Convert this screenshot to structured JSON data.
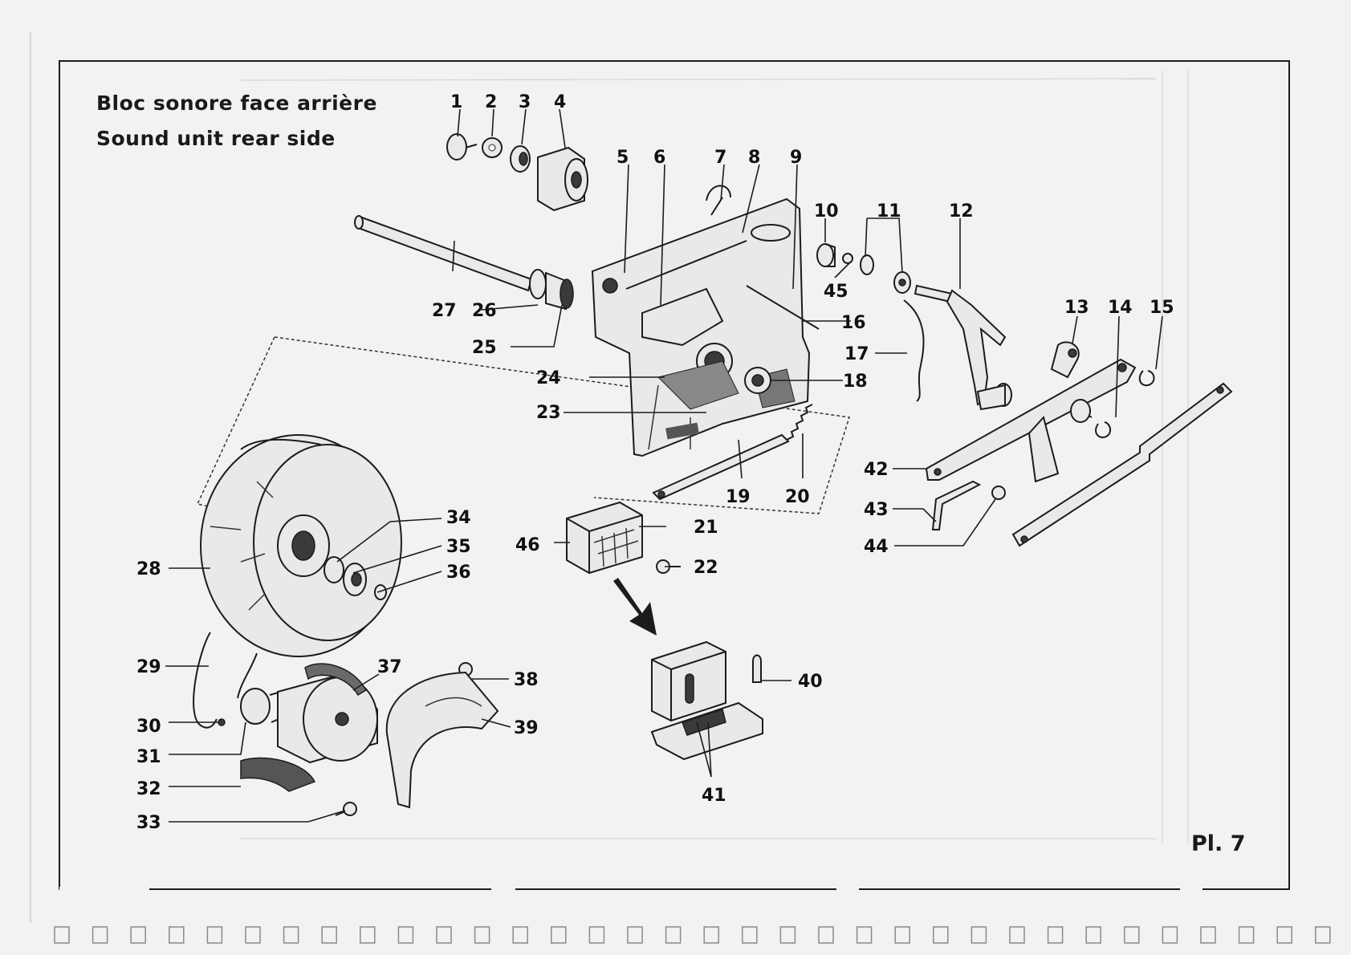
{
  "title_fr": "Bloc sonore face arrière",
  "title_en": "Sound unit rear side",
  "plate": "Pl. 7",
  "callouts": [
    "1",
    "2",
    "3",
    "4",
    "5",
    "6",
    "7",
    "8",
    "9",
    "10",
    "11",
    "12",
    "13",
    "14",
    "15",
    "16",
    "17",
    "18",
    "19",
    "20",
    "21",
    "22",
    "23",
    "24",
    "25",
    "26",
    "27",
    "28",
    "29",
    "30",
    "31",
    "32",
    "33",
    "34",
    "35",
    "36",
    "37",
    "38",
    "39",
    "40",
    "41",
    "42",
    "43",
    "44",
    "45",
    "46"
  ]
}
